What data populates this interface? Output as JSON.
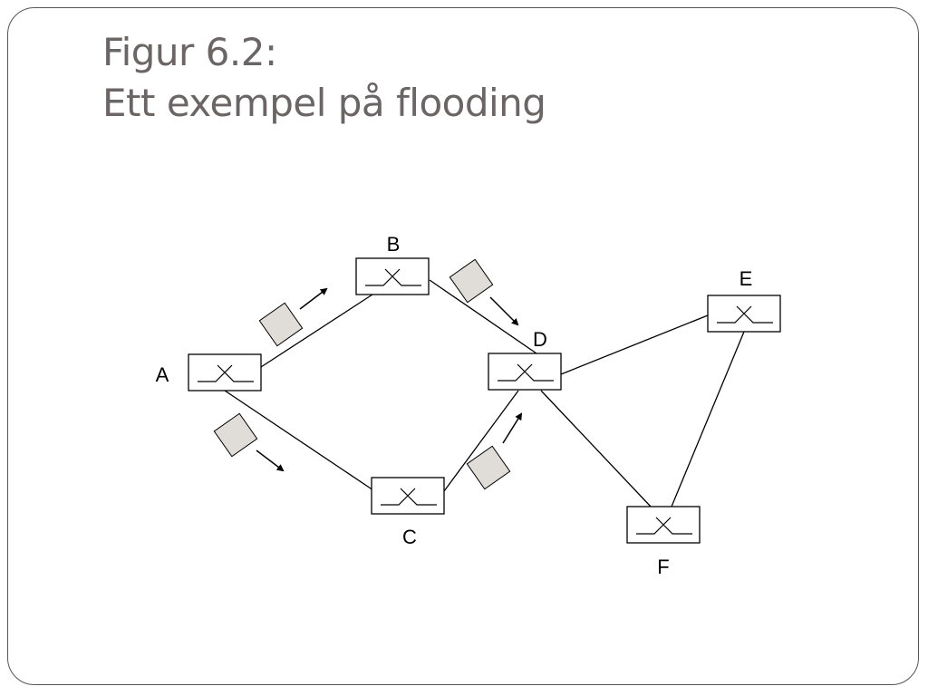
{
  "slide": {
    "title_line1": "Figur 6.2:",
    "title_line2": "Ett exempel på flooding"
  },
  "diagram": {
    "nodes": [
      {
        "id": "A",
        "label": "A"
      },
      {
        "id": "B",
        "label": "B"
      },
      {
        "id": "C",
        "label": "C"
      },
      {
        "id": "D",
        "label": "D"
      },
      {
        "id": "E",
        "label": "E"
      },
      {
        "id": "F",
        "label": "F"
      }
    ],
    "links": [
      [
        "A",
        "B"
      ],
      [
        "A",
        "C"
      ],
      [
        "B",
        "D"
      ],
      [
        "C",
        "D"
      ],
      [
        "D",
        "E"
      ],
      [
        "D",
        "F"
      ],
      [
        "E",
        "F"
      ]
    ],
    "packets": [
      {
        "from": "A",
        "to": "B"
      },
      {
        "from": "A",
        "to": "C"
      },
      {
        "from": "B",
        "to": "D"
      },
      {
        "from": "C",
        "to": "D"
      }
    ]
  },
  "colors": {
    "title": "#6b6565",
    "packet_fill": "#e0ddd8",
    "line": "#000000",
    "frame": "#555555"
  }
}
